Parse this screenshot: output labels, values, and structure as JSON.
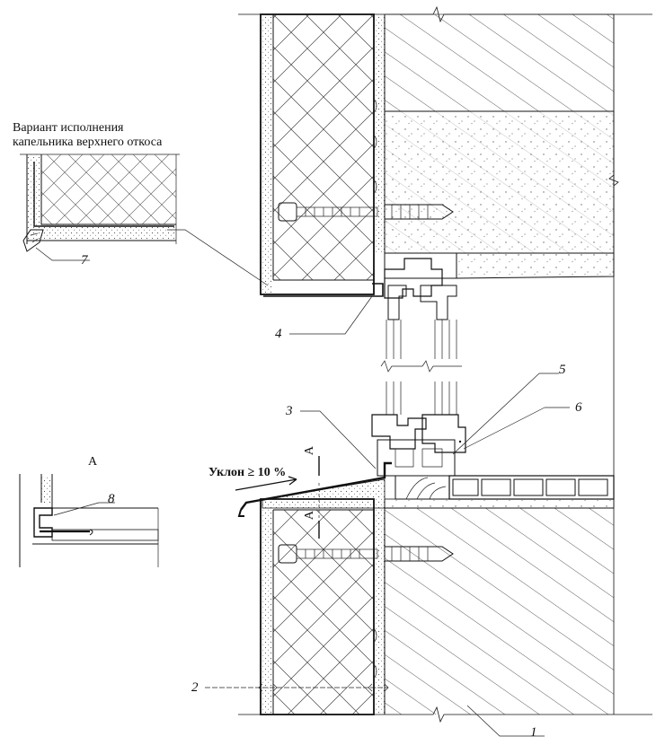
{
  "inset_top": {
    "caption_line1": "Вариант исполнения",
    "caption_line2": "капельника верхнего откоса",
    "callout": "7"
  },
  "inset_a": {
    "title": "А",
    "callout": "8"
  },
  "main": {
    "slope_label": "Уклон ≥ 10 %",
    "section_mark_top": "А",
    "section_mark_bottom": "А",
    "callouts": [
      "1",
      "2",
      "3",
      "4",
      "5",
      "6"
    ]
  },
  "colors": {
    "ink": "#111111",
    "background": "#ffffff"
  }
}
